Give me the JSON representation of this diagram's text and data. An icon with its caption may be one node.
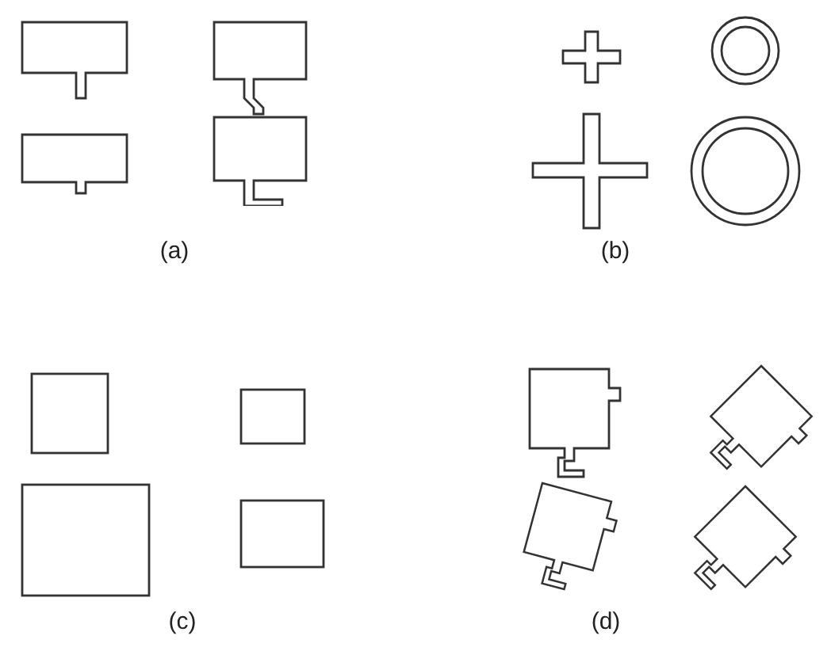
{
  "diagram": {
    "labels": [
      "(a)",
      "(b)",
      "(c)",
      "(d)"
    ]
  }
}
